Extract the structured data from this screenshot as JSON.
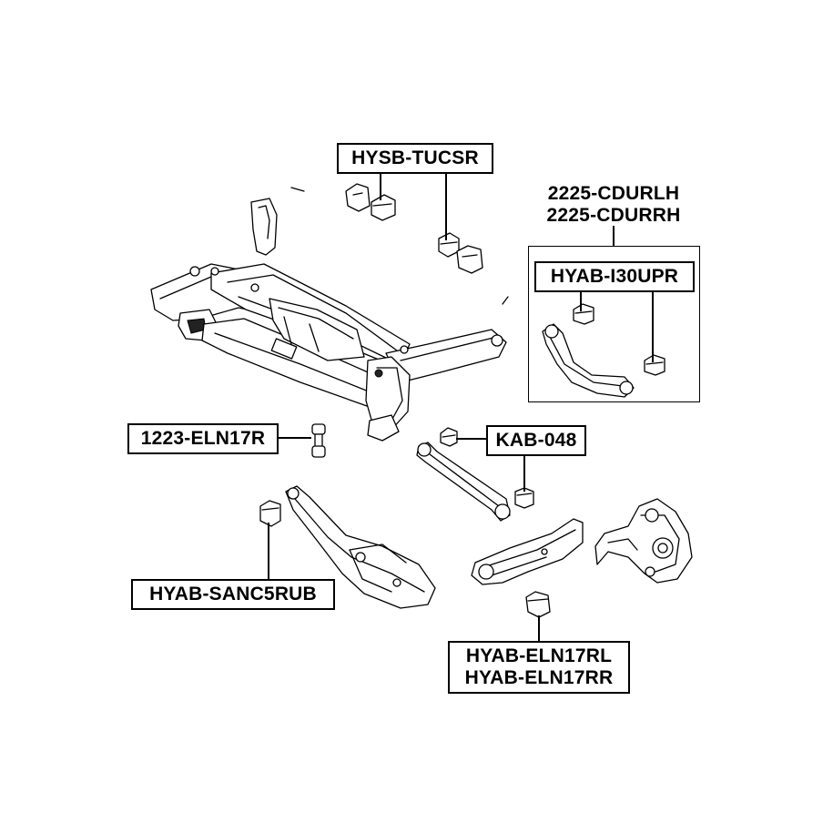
{
  "labels": {
    "hysb_tucsr": "HYSB-TUCSR",
    "cdurlh": "2225-CDURLH",
    "cdurrh": "2225-CDURRH",
    "hyab_i30upr": "HYAB-I30UPR",
    "eln17r": "1223-ELN17R",
    "kab_048": "KAB-048",
    "hyab_sanc5rub": "HYAB-SANC5RUB",
    "hyab_eln17rl": "HYAB-ELN17RL",
    "hyab_eln17rr": "HYAB-ELN17RR"
  },
  "colors": {
    "line": "#000000",
    "background": "#ffffff"
  }
}
